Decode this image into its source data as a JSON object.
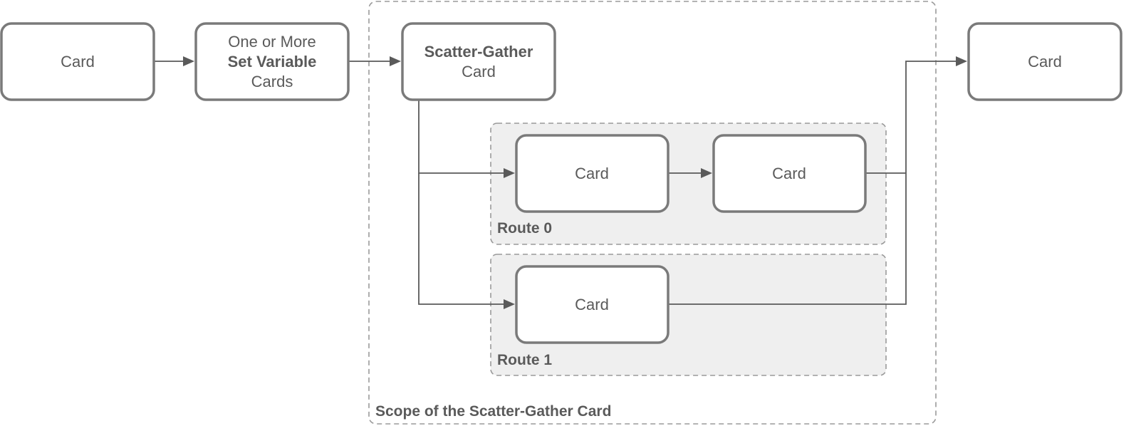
{
  "scope": {
    "label": "Scope of the Scatter-Gather Card"
  },
  "cards": {
    "start": "Card",
    "set_variable": {
      "line1": "One or More",
      "line2": "Set Variable",
      "line3": "Cards"
    },
    "scatter_gather": {
      "line1": "Scatter-Gather",
      "line2": "Card"
    },
    "route0_first": "Card",
    "route0_second": "Card",
    "route1_first": "Card",
    "end": "Card"
  },
  "routes": {
    "route0": {
      "label": "Route 0"
    },
    "route1": {
      "label": "Route 1"
    }
  }
}
